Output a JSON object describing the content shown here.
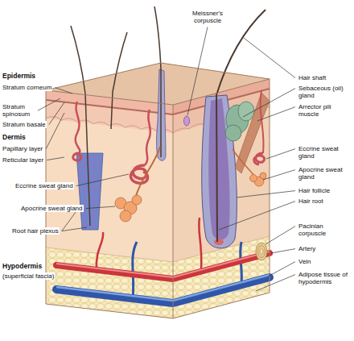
{
  "diagram": {
    "labels": [
      "Epidermis",
      "Stratum corneum",
      "Stratum spinosum",
      "Stratum basale",
      "Dermis",
      "Papillary layer",
      "Reticular layer",
      "Eccrine sweat gland",
      "Apocrine sweat gland",
      "Root hair plexus",
      "Hypodermis",
      "(superficial fascia)",
      "Meissner's corpuscle",
      "Hair shaft",
      "Sebaceous (oil) gland",
      "Arrector pili muscle",
      "Eccrine sweat gland",
      "Apocrine sweat gland",
      "Hair follicle",
      "Hair root",
      "Pacinian corpuscle",
      "Artery",
      "Vein",
      "Adipose tissue of hypodermis"
    ]
  }
}
